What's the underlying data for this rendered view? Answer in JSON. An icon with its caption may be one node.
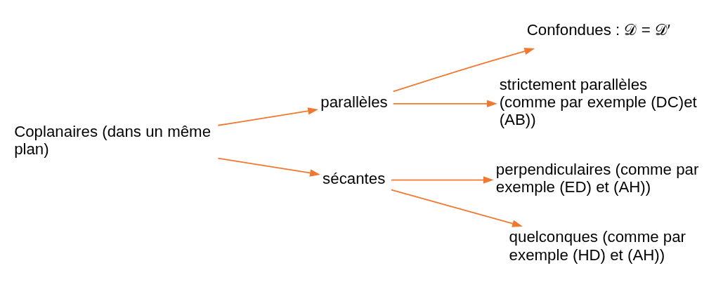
{
  "diagram": {
    "nodes": [
      {
        "text": [
          "Coplanaires (dans un même plan)"
        ]
      },
      {
        "text": [
          "parallèles"
        ]
      },
      {
        "text": [
          "Confondues : 𝒟 = 𝒟′"
        ]
      },
      {
        "text": [
          "strictement parallèles (comme par exemple (DC)et (AB))"
        ]
      },
      {
        "text": [
          "sécantes"
        ]
      },
      {
        "text": [
          "perpendiculaires (comme par exemple (ED) et (AH))"
        ]
      },
      {
        "text": [
          "quelconques (comme par exemple (HD) et (AH))"
        ]
      }
    ],
    "edges": [
      {
        "from": 0,
        "to": 1,
        "arrow": "to"
      },
      {
        "from": 1,
        "to": 2,
        "arrow": "to"
      },
      {
        "from": 1,
        "to": 3,
        "arrow": "to"
      },
      {
        "from": 0,
        "to": 4,
        "arrow": "to"
      },
      {
        "from": 4,
        "to": 5,
        "arrow": "to"
      },
      {
        "from": 4,
        "to": 6,
        "arrow": "to"
      }
    ]
  }
}
